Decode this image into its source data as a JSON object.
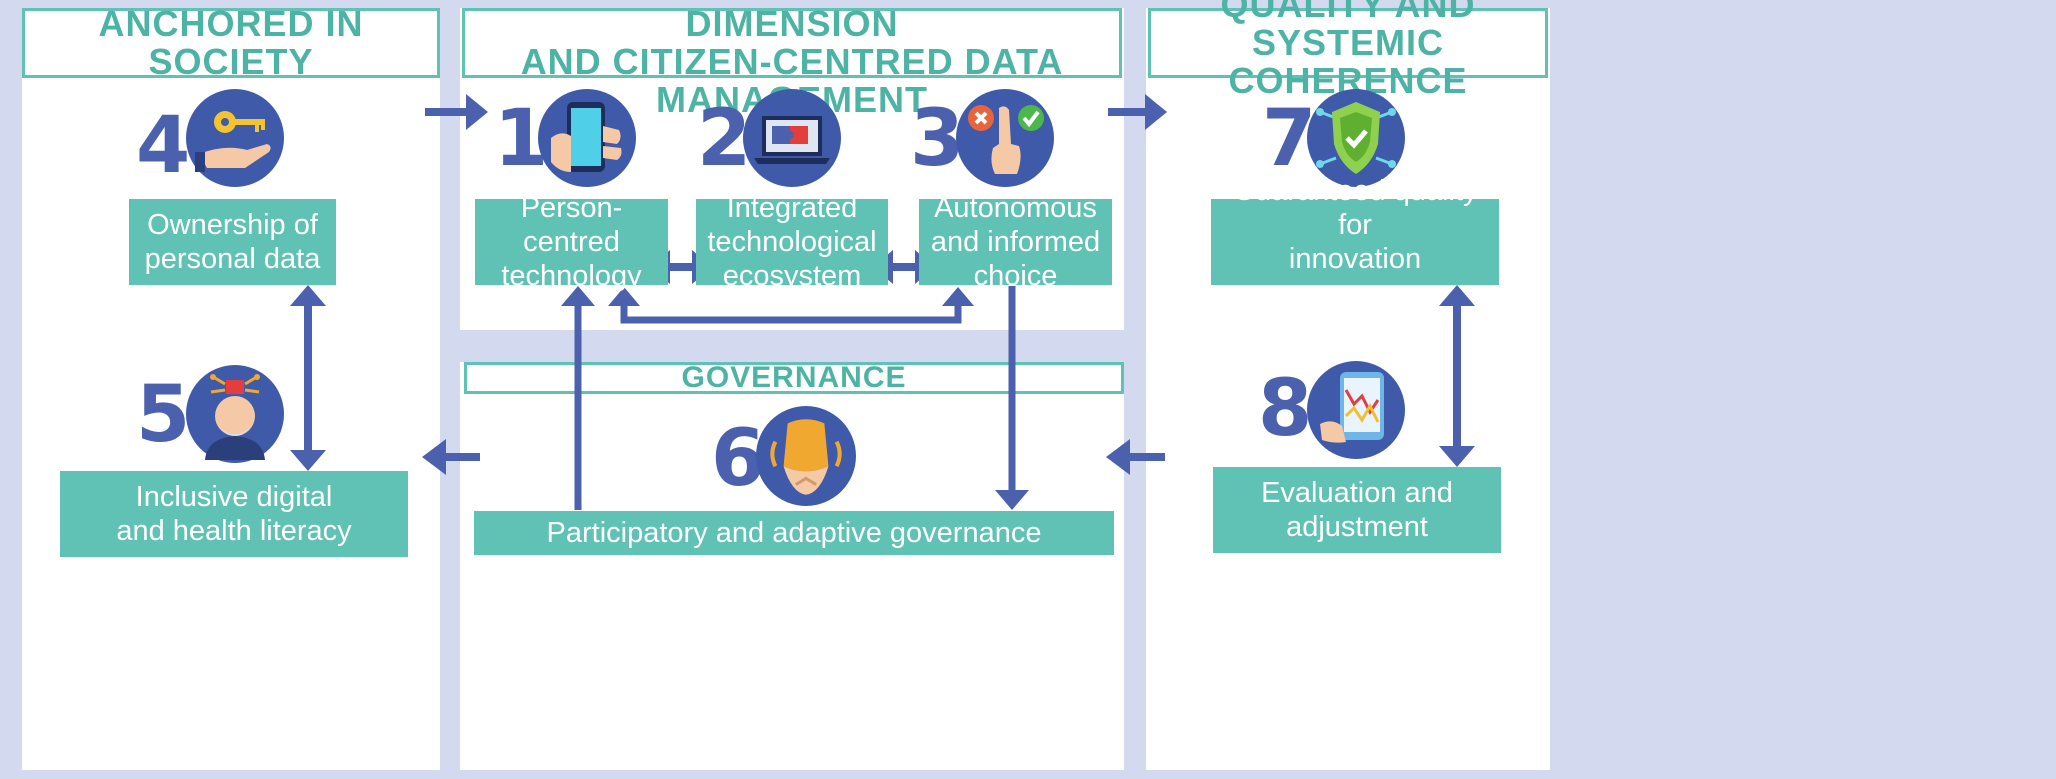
{
  "headers": {
    "society": "ANCHORED IN SOCIETY",
    "technology_line1": "TECHNOLOGY WITH A HUMAN DIMENSION",
    "technology_line2": "AND CITIZEN-CENTRED DATA MANAGEMENT",
    "quality_line1": "QUALITY AND",
    "quality_line2": "SYSTEMIC COHERENCE",
    "governance": "GOVERNANCE"
  },
  "items": [
    {
      "number": "1",
      "line1": "Person-centred",
      "line2": "technology",
      "line3": "",
      "icon": "smartphone-hand-icon"
    },
    {
      "number": "2",
      "line1": "Integrated",
      "line2": "technological",
      "line3": "ecosystem",
      "icon": "laptop-puzzle-icon"
    },
    {
      "number": "3",
      "line1": "Autonomous",
      "line2": "and informed",
      "line3": "choice",
      "icon": "choice-hand-icon"
    },
    {
      "number": "4",
      "line1": "Ownership of",
      "line2": "personal data",
      "line3": "",
      "icon": "key-hand-icon"
    },
    {
      "number": "5",
      "line1": "Inclusive digital",
      "line2": "and health literacy",
      "line3": "",
      "icon": "elder-brain-icon"
    },
    {
      "number": "6",
      "line1": "Participatory and adaptive governance",
      "line2": "",
      "line3": "",
      "icon": "joined-hands-icon"
    },
    {
      "number": "7",
      "line1": "Guaranteed quality for",
      "line2": "innovation processes",
      "line3": "",
      "icon": "shield-chip-icon"
    },
    {
      "number": "8",
      "line1": "Evaluation and",
      "line2": "adjustment",
      "line3": "",
      "icon": "tablet-chart-icon"
    }
  ],
  "colors": {
    "background": "#d3d9ee",
    "teal": "#5fc2b4",
    "teal_text": "#4db3a4",
    "blue": "#4c61ad",
    "icon_circle": "#3f5aa9"
  }
}
